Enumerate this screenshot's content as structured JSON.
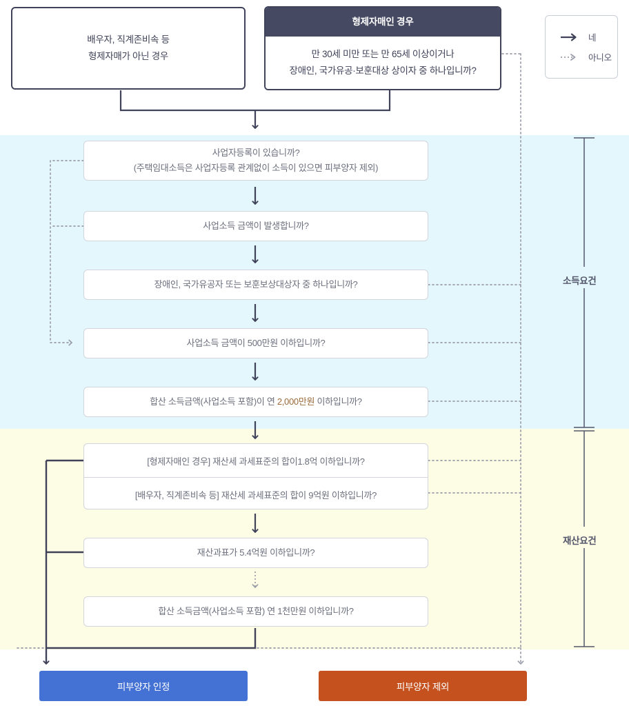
{
  "legend": {
    "yes": {
      "label": "네",
      "arrow": "solid-arrow-icon"
    },
    "no": {
      "label": "아니오",
      "arrow": "dotted-arrow-icon"
    }
  },
  "top": {
    "left_box": {
      "line1": "배우자, 직계존비속 등",
      "line2": "형제자매가 아닌 경우"
    },
    "right_box": {
      "header": "형제자매인 경우",
      "line1": "만 30세 미만 또는 만 65세 이상이거나",
      "line2": "장애인, 국가유공·보훈대상 상이자 중 하나입니까?"
    }
  },
  "sections": {
    "income": {
      "label": "소득요건",
      "background": "#e3f7fd"
    },
    "asset": {
      "label": "재산요건",
      "background": "#fdfce4"
    }
  },
  "questions": {
    "q1_line1": "사업자등록이 있습니까?",
    "q1_line2": "(주택임대소득은 사업자등록 관계없이 소득이 있으면 피부양자 제외)",
    "q2": "사업소득 금액이 발생합니까?",
    "q3": "장애인, 국가유공자 또는 보훈보상대상자 중 하나입니까?",
    "q4": "사업소득 금액이 500만원 이하입니까?",
    "q5_pre": "합산 소득금액(사업소득 포함)이 연 ",
    "q5_accent": "2,000만원",
    "q5_post": " 이하입니까?",
    "q6": "[형제자매인 경우] 재산세 과세표준의 합이1.8억 이하입니까?",
    "q7": "[배우자, 직계존비속 등] 재산세 과세표준의 합이 9억원 이하입니까?",
    "q8": "재산과표가 5.4억원 이하입니까?",
    "q9": "합산 소득금액(사업소득 포함) 연 1천만원 이하입니까?"
  },
  "results": {
    "accept": {
      "label": "피부양자 인정",
      "color": "#4472d4"
    },
    "exclude": {
      "label": "피부양자 제외",
      "color": "#c4511e"
    }
  },
  "colors": {
    "dark_stroke": "#3f4258",
    "dotted_stroke": "#9a9daa",
    "box_border": "#d2d5dc",
    "text": "#6c6f7d",
    "accent_text": "#9a6a3a"
  }
}
